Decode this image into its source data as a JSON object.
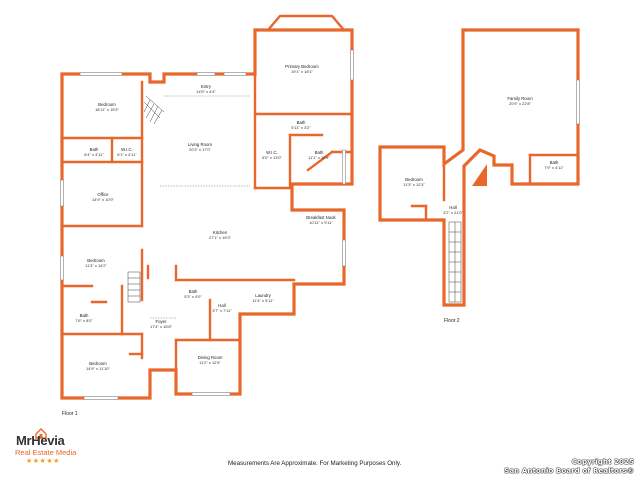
{
  "floor_1": {
    "label": "Floor 1",
    "rooms": {
      "bedroom_a": {
        "name": "Bedroom",
        "dims": "18'11\" x 15'3\""
      },
      "bath_a": {
        "name": "Bath",
        "dims": "8'4\" x 4'11\""
      },
      "wic_a": {
        "name": "W.I.C.",
        "dims": "6'1\" x 4'11\""
      },
      "office": {
        "name": "Office",
        "dims": "14'9\" x 10'9\""
      },
      "bedroom_b": {
        "name": "Bedroom",
        "dims": "11'3\" x 14'2\""
      },
      "bath_b": {
        "name": "Bath",
        "dims": "7'6\" x 8'0\""
      },
      "bedroom_c": {
        "name": "Bedroom",
        "dims": "14'9\" x 11'10\""
      },
      "entry": {
        "name": "Entry",
        "dims": "14'5\" x 4'4\""
      },
      "living": {
        "name": "Living Room",
        "dims": "20'3\" x 17'0\""
      },
      "kitchen": {
        "name": "Kitchen",
        "dims": "27'1\" x 16'3\""
      },
      "foyer": {
        "name": "Foyer",
        "dims": "17'4\" x 16'8\""
      },
      "bath_c": {
        "name": "Bath",
        "dims": "5'3\" x 4'0\""
      },
      "hall": {
        "name": "Hall",
        "dims": "3'7\" x 7'11\""
      },
      "dining": {
        "name": "Dining Room",
        "dims": "11'2\" x 12'5\""
      },
      "laundry": {
        "name": "Laundry",
        "dims": "11'4\" x 5'11\""
      },
      "breakfast": {
        "name": "Breakfast Nook",
        "dims": "10'11\" x 9'11\""
      },
      "primary_bed": {
        "name": "Primary Bedroom",
        "dims": "19'1\" x 18'1\""
      },
      "bath_d": {
        "name": "Bath",
        "dims": "5'11\" x 3'2\""
      },
      "wic_b": {
        "name": "W.I.C.",
        "dims": "6'0\" x 13'0\""
      },
      "bath_e": {
        "name": "Bath",
        "dims": "11'1\" x 12'5\""
      }
    }
  },
  "floor_2": {
    "label": "Floor 2",
    "rooms": {
      "family": {
        "name": "Family Room",
        "dims": "20'9\" x 22'8\""
      },
      "bath": {
        "name": "Bath",
        "dims": "7'9\" x 4'11\""
      },
      "bedroom": {
        "name": "Bedroom",
        "dims": "11'3\" x 12'3\""
      },
      "hall": {
        "name": "Hall",
        "dims": "3'2\" x 21'0\""
      }
    }
  },
  "logo": {
    "brand": "MrHevia",
    "tagline": "Real Estate Media",
    "stars": "★★★★★"
  },
  "disclaimer": "Measurements Are Approximate. For Marketing Purposes Only.",
  "copyright": {
    "line1": "Copyright 2025",
    "line2": "San Antonio Board of Realtors®"
  },
  "colors": {
    "wall": "#e8672a",
    "star": "#f1a01d",
    "background": "#ffffff"
  }
}
